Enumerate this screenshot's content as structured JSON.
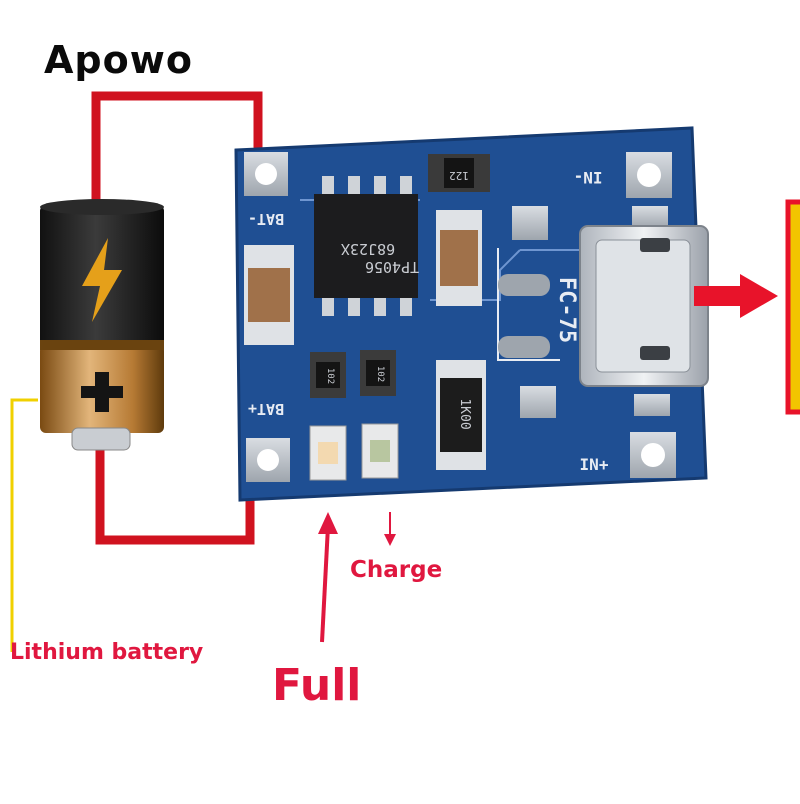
{
  "brand": "Apowo",
  "labels": {
    "lithium_battery": "Lithium battery",
    "charge": "Charge",
    "full": "Full"
  },
  "pcb": {
    "bat_minus": "BAT-",
    "bat_plus": "BAT+",
    "in_minus": "IN-",
    "in_plus": "IN+",
    "chip_line1": "TP4056",
    "chip_line2": "68J23X",
    "connector": "FC-75",
    "resistor_top": "122",
    "resistor_big": "1K00",
    "resistor_small1": "102",
    "resistor_small2": "102"
  },
  "colors": {
    "wire_red": "#d0121f",
    "label_red": "#e0173f",
    "pcb_blue": "#1f4f93",
    "yellow_line": "#f0d000",
    "arrow_red": "#e8132a"
  }
}
